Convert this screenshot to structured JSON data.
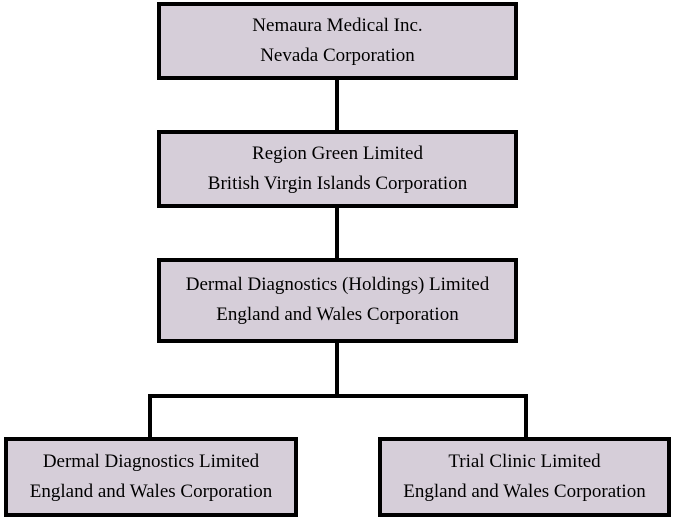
{
  "diagram": {
    "type": "org-chart",
    "colors": {
      "node_fill": "#d6ced9",
      "node_border": "#000000",
      "connector": "#000000",
      "background": "#ffffff",
      "text": "#000000"
    },
    "nodes": [
      {
        "name": "Nemaura Medical Inc.",
        "jurisdiction": "Nevada Corporation"
      },
      {
        "name": "Region Green Limited",
        "jurisdiction": "British Virgin Islands Corporation"
      },
      {
        "name": "Dermal Diagnostics (Holdings) Limited",
        "jurisdiction": "England and Wales Corporation"
      },
      {
        "name": "Dermal Diagnostics Limited",
        "jurisdiction": "England and Wales Corporation"
      },
      {
        "name": "Trial Clinic Limited",
        "jurisdiction": "England and Wales Corporation"
      }
    ],
    "edges": [
      {
        "parent": "Nemaura Medical Inc.",
        "child": "Region Green Limited"
      },
      {
        "parent": "Region Green Limited",
        "child": "Dermal Diagnostics (Holdings) Limited"
      },
      {
        "parent": "Dermal Diagnostics (Holdings) Limited",
        "child": "Dermal Diagnostics Limited"
      },
      {
        "parent": "Dermal Diagnostics (Holdings) Limited",
        "child": "Trial Clinic Limited"
      }
    ]
  }
}
